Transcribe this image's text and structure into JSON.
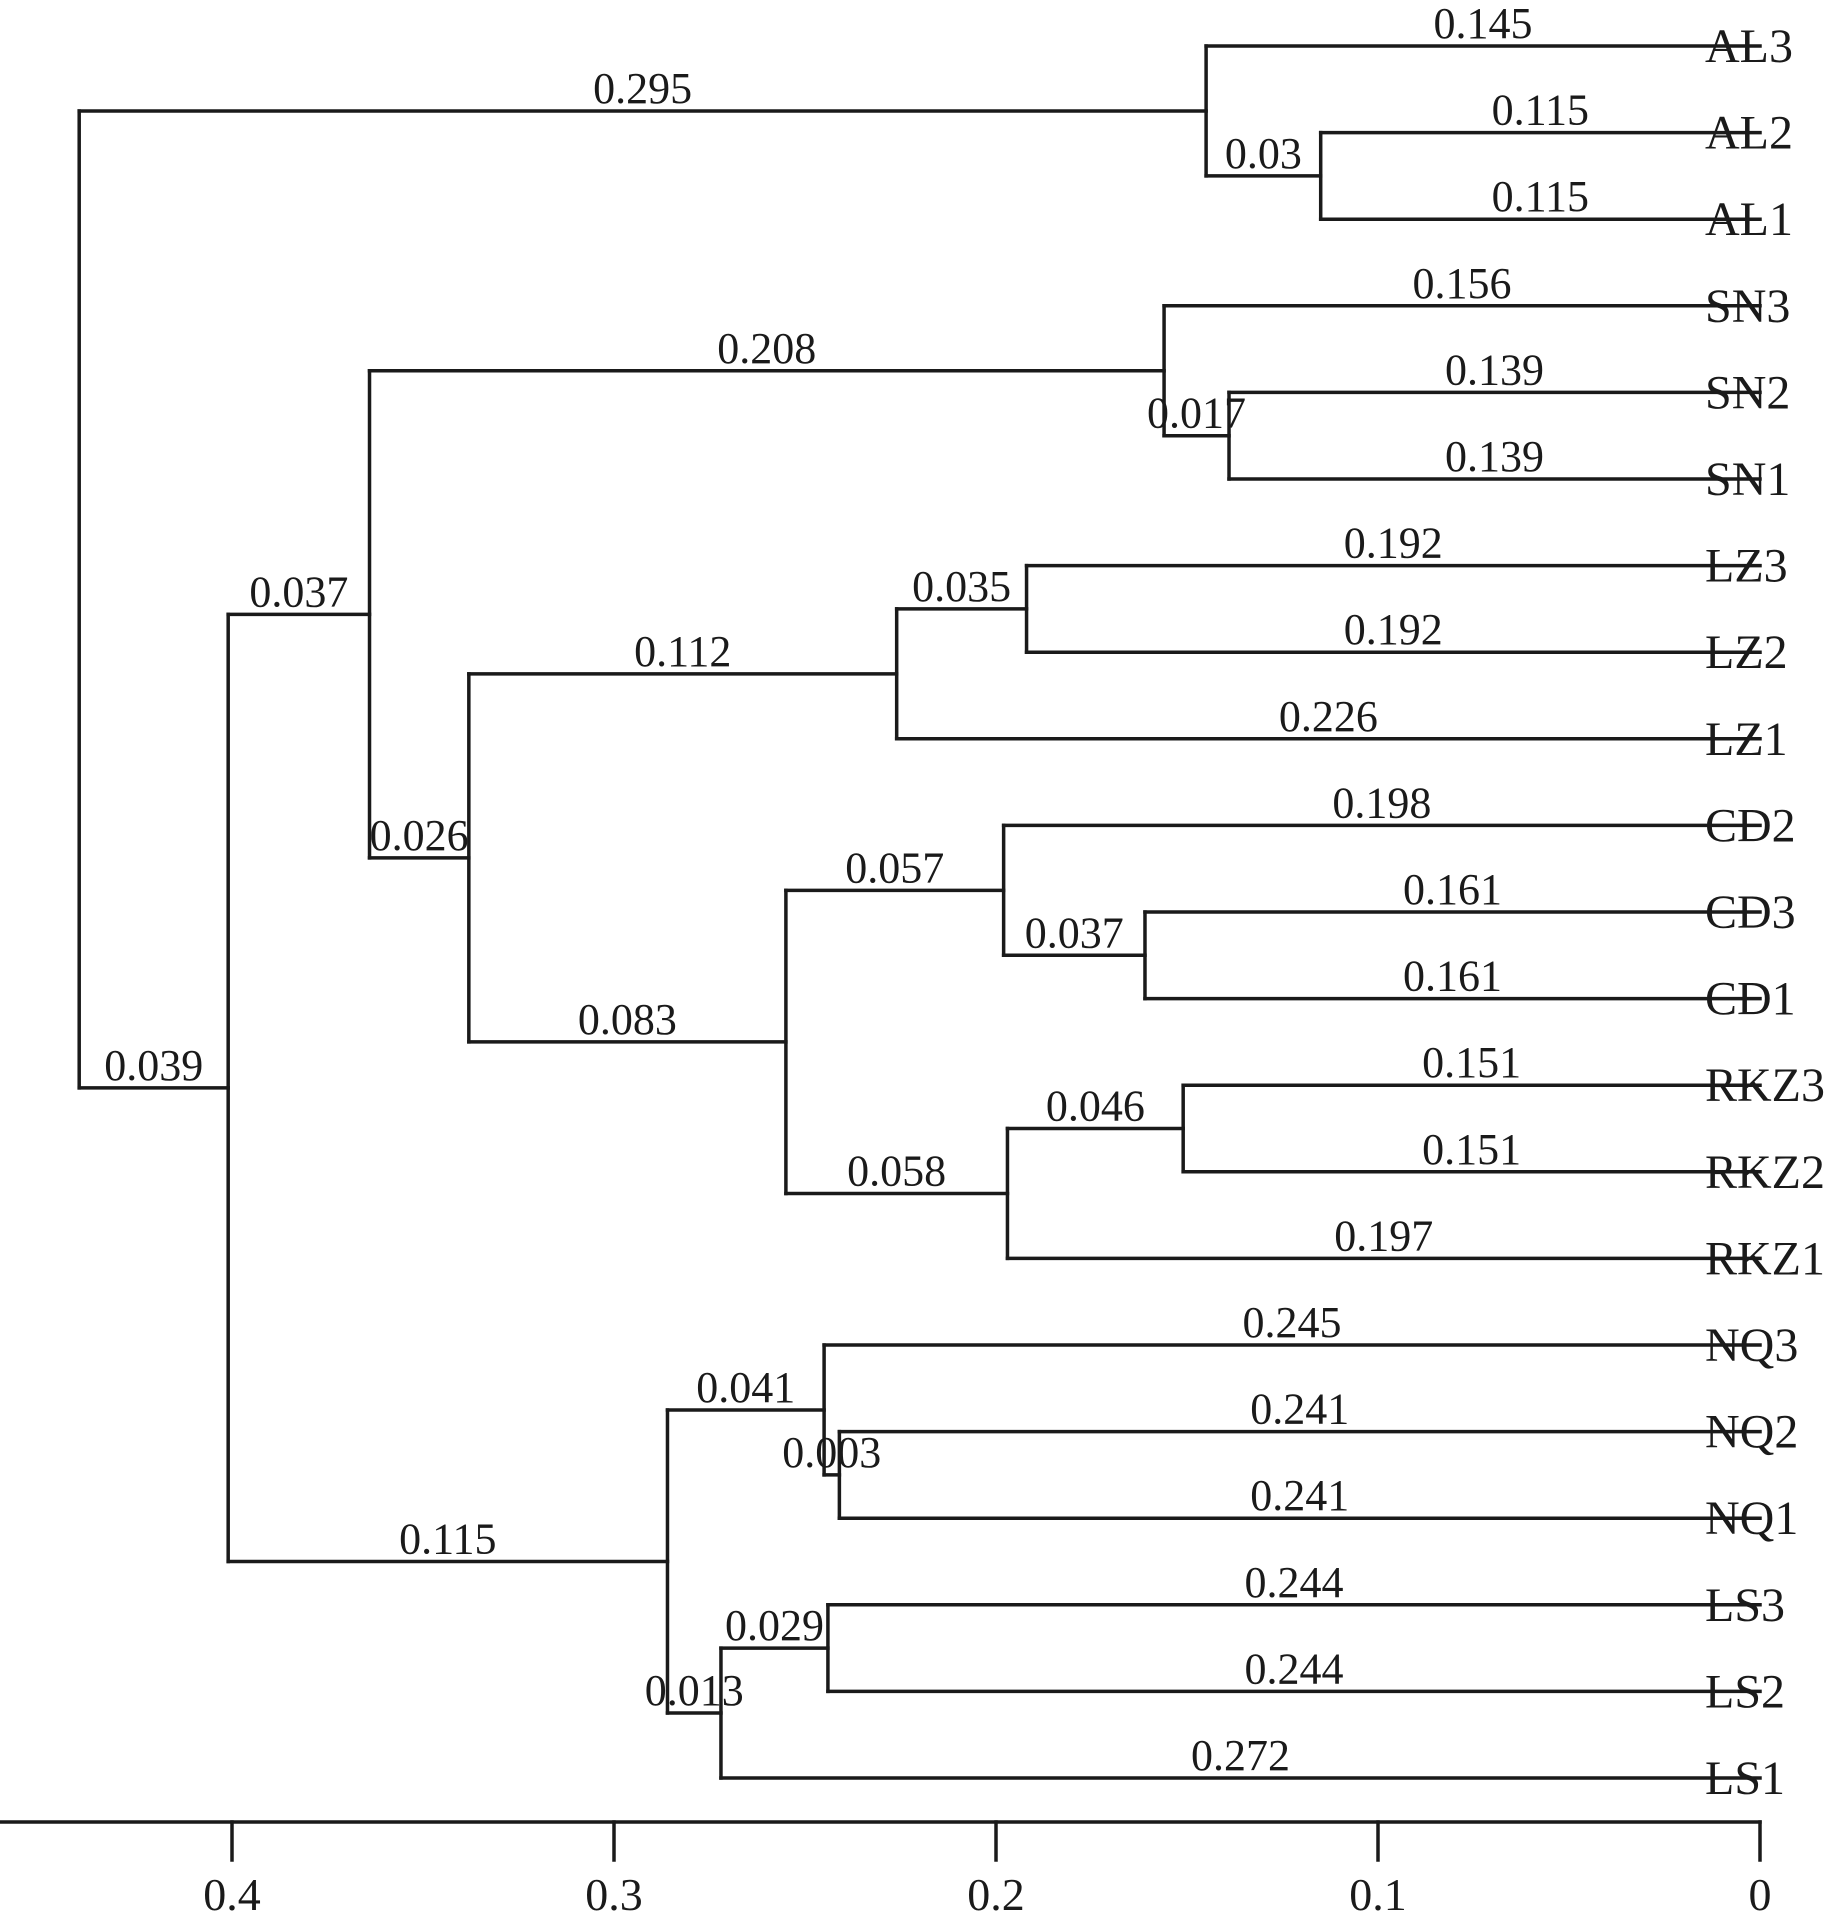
{
  "chart_data": {
    "type": "dendrogram",
    "leaves": [
      "AL3",
      "AL2",
      "AL1",
      "SN3",
      "SN2",
      "SN1",
      "LZ3",
      "LZ2",
      "LZ1",
      "CD2",
      "CD3",
      "CD1",
      "RKZ3",
      "RKZ2",
      "RKZ1",
      "NQ3",
      "NQ2",
      "NQ1",
      "LS3",
      "LS2",
      "LS1"
    ],
    "x_axis": {
      "ticks": [
        {
          "value": 0.4,
          "label": "0.4"
        },
        {
          "value": 0.3,
          "label": "0.3"
        },
        {
          "value": 0.2,
          "label": "0.2"
        },
        {
          "value": 0.1,
          "label": "0.1"
        },
        {
          "value": 0,
          "label": "0"
        }
      ],
      "reversed": true
    },
    "tree": {
      "id": "root",
      "height": 0.44,
      "children": [
        {
          "id": "nAL",
          "height": 0.145,
          "branch": "0.295",
          "children": [
            {
              "leaf": "AL3",
              "branch": "0.145"
            },
            {
              "id": "nAL12",
              "height": 0.115,
              "branch": "0.03",
              "children": [
                {
                  "leaf": "AL2",
                  "branch": "0.115"
                },
                {
                  "leaf": "AL1",
                  "branch": "0.115"
                }
              ]
            }
          ]
        },
        {
          "id": "nB",
          "height": 0.401,
          "branch": "0.039",
          "children": [
            {
              "id": "nC",
              "height": 0.364,
              "branch": "0.037",
              "children": [
                {
                  "id": "nSN",
                  "height": 0.156,
                  "branch": "0.208",
                  "children": [
                    {
                      "leaf": "SN3",
                      "branch": "0.156"
                    },
                    {
                      "id": "nSN12",
                      "height": 0.139,
                      "branch": "0.017",
                      "children": [
                        {
                          "leaf": "SN2",
                          "branch": "0.139"
                        },
                        {
                          "leaf": "SN1",
                          "branch": "0.139"
                        }
                      ]
                    }
                  ]
                },
                {
                  "id": "nD",
                  "height": 0.338,
                  "branch": "0.026",
                  "children": [
                    {
                      "id": "nLZ",
                      "height": 0.226,
                      "branch": "0.112",
                      "children": [
                        {
                          "id": "nLZ23",
                          "height": 0.192,
                          "branch": "0.035",
                          "children": [
                            {
                              "leaf": "LZ3",
                              "branch": "0.192"
                            },
                            {
                              "leaf": "LZ2",
                              "branch": "0.192"
                            }
                          ]
                        },
                        {
                          "leaf": "LZ1",
                          "branch": "0.226"
                        }
                      ]
                    },
                    {
                      "id": "nE",
                      "height": 0.255,
                      "branch": "0.083",
                      "children": [
                        {
                          "id": "nCD",
                          "height": 0.198,
                          "branch": "0.057",
                          "children": [
                            {
                              "leaf": "CD2",
                              "branch": "0.198"
                            },
                            {
                              "id": "nCD31",
                              "height": 0.161,
                              "branch": "0.037",
                              "children": [
                                {
                                  "leaf": "CD3",
                                  "branch": "0.161"
                                },
                                {
                                  "leaf": "CD1",
                                  "branch": "0.161"
                                }
                              ]
                            }
                          ]
                        },
                        {
                          "id": "nRKZ",
                          "height": 0.197,
                          "branch": "0.058",
                          "children": [
                            {
                              "id": "nRKZ32",
                              "height": 0.151,
                              "branch": "0.046",
                              "children": [
                                {
                                  "leaf": "RKZ3",
                                  "branch": "0.151"
                                },
                                {
                                  "leaf": "RKZ2",
                                  "branch": "0.151"
                                }
                              ]
                            },
                            {
                              "leaf": "RKZ1",
                              "branch": "0.197"
                            }
                          ]
                        }
                      ]
                    }
                  ]
                }
              ]
            },
            {
              "id": "nF",
              "height": 0.286,
              "branch": "0.115",
              "children": [
                {
                  "id": "nNQ",
                  "height": 0.245,
                  "branch": "0.041",
                  "children": [
                    {
                      "leaf": "NQ3",
                      "branch": "0.245"
                    },
                    {
                      "id": "nNQ21",
                      "height": 0.241,
                      "branch": "0.003",
                      "children": [
                        {
                          "leaf": "NQ2",
                          "branch": "0.241"
                        },
                        {
                          "leaf": "NQ1",
                          "branch": "0.241"
                        }
                      ]
                    }
                  ]
                },
                {
                  "id": "nLS",
                  "height": 0.272,
                  "branch": "0.013",
                  "children": [
                    {
                      "id": "nLS32",
                      "height": 0.244,
                      "branch": "0.029",
                      "children": [
                        {
                          "leaf": "LS3",
                          "branch": "0.244"
                        },
                        {
                          "leaf": "LS2",
                          "branch": "0.244"
                        }
                      ]
                    },
                    {
                      "leaf": "LS1",
                      "branch": "0.272"
                    }
                  ]
                }
              ]
            }
          ]
        }
      ]
    }
  }
}
